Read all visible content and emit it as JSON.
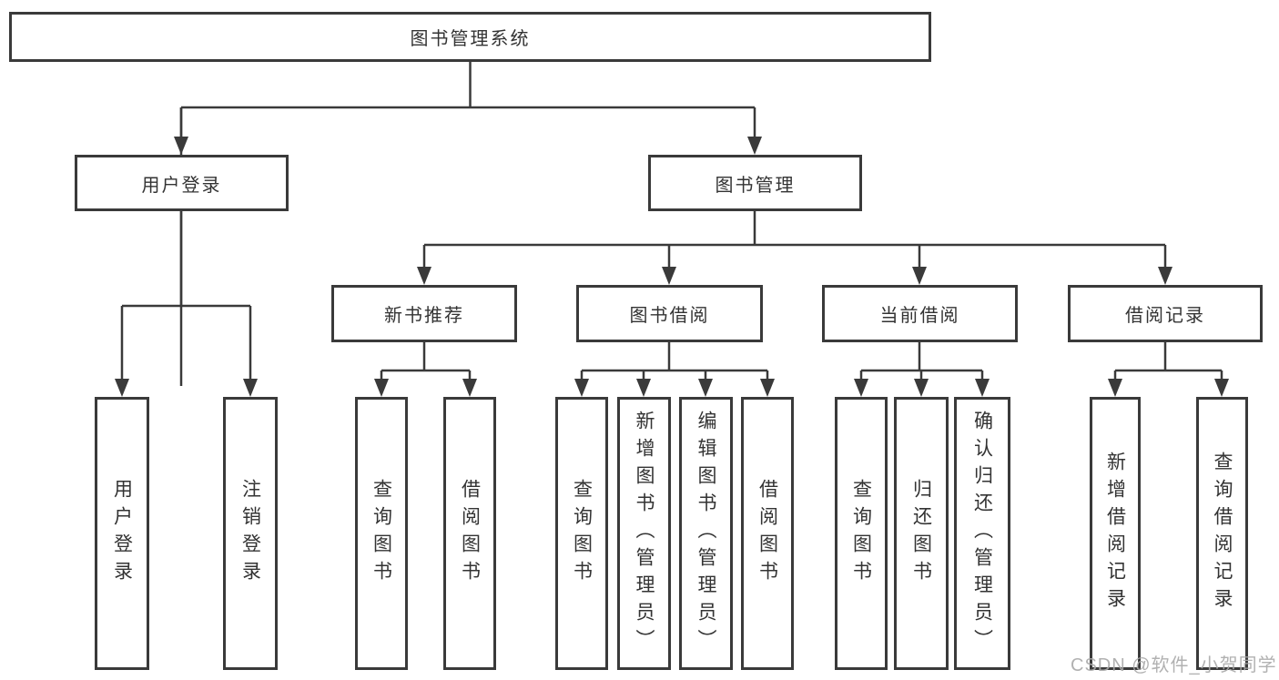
{
  "tree": {
    "label": "图书管理系统",
    "children": [
      {
        "label": "用户登录",
        "children": [
          {
            "label": "用户登录"
          },
          {
            "label": "注销登录"
          }
        ]
      },
      {
        "label": "图书管理",
        "children": [
          {
            "label": "新书推荐",
            "children": [
              {
                "label": "查询图书"
              },
              {
                "label": "借阅图书"
              }
            ]
          },
          {
            "label": "图书借阅",
            "children": [
              {
                "label": "查询图书"
              },
              {
                "label": "新增图书（管理员）"
              },
              {
                "label": "编辑图书（管理员）"
              },
              {
                "label": "借阅图书"
              }
            ]
          },
          {
            "label": "当前借阅",
            "children": [
              {
                "label": "查询图书"
              },
              {
                "label": "归还图书"
              },
              {
                "label": "确认归还（管理员）"
              }
            ]
          },
          {
            "label": "借阅记录",
            "children": [
              {
                "label": "新增借阅记录"
              },
              {
                "label": "查询借阅记录"
              }
            ]
          }
        ]
      }
    ]
  },
  "watermark": "CSDN @软件_小贺同学",
  "colors": {
    "line": "#3a3a3a",
    "text": "#333333",
    "background": "#ffffff",
    "watermark": "#a8a8a8"
  }
}
